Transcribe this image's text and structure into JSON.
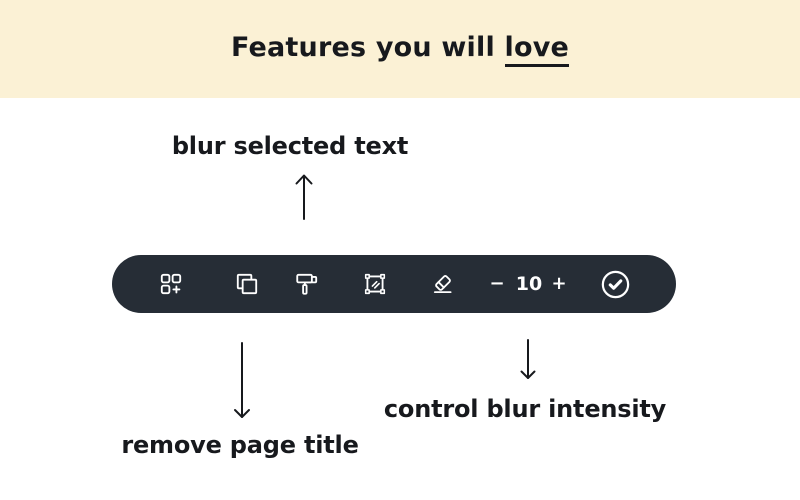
{
  "colors": {
    "page_bg": "#ffffff",
    "banner_bg": "#fbf1d5",
    "toolbar_bg": "#262d36",
    "icon": "#ffffff",
    "ink": "#17191d"
  },
  "banner": {
    "title_prefix": "Features you will ",
    "title_underlined": "love"
  },
  "callouts": {
    "blur_selected_text": "blur selected text",
    "remove_page_title": "remove page title",
    "control_blur_intensity": "control blur intensity"
  },
  "toolbar": {
    "icon_names": [
      "add-blocks-icon",
      "duplicate-icon",
      "paint-roller-icon",
      "blur-region-icon",
      "eraser-icon",
      "confirm-icon"
    ],
    "decrease_label": "−",
    "blur_value": "10",
    "increase_label": "+"
  }
}
